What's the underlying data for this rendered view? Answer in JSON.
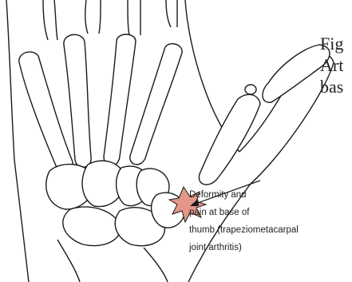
{
  "caption": {
    "line1": "Fig",
    "line2": "Art",
    "line3": "bas"
  },
  "callout": {
    "line1": "Deformity and",
    "line2": "pain at base of",
    "line3": "thumb (trapeziometacarpal",
    "line4": "joint arthritis)"
  },
  "colors": {
    "outline": "#1a1a1a",
    "lesion": "#e3968a"
  }
}
